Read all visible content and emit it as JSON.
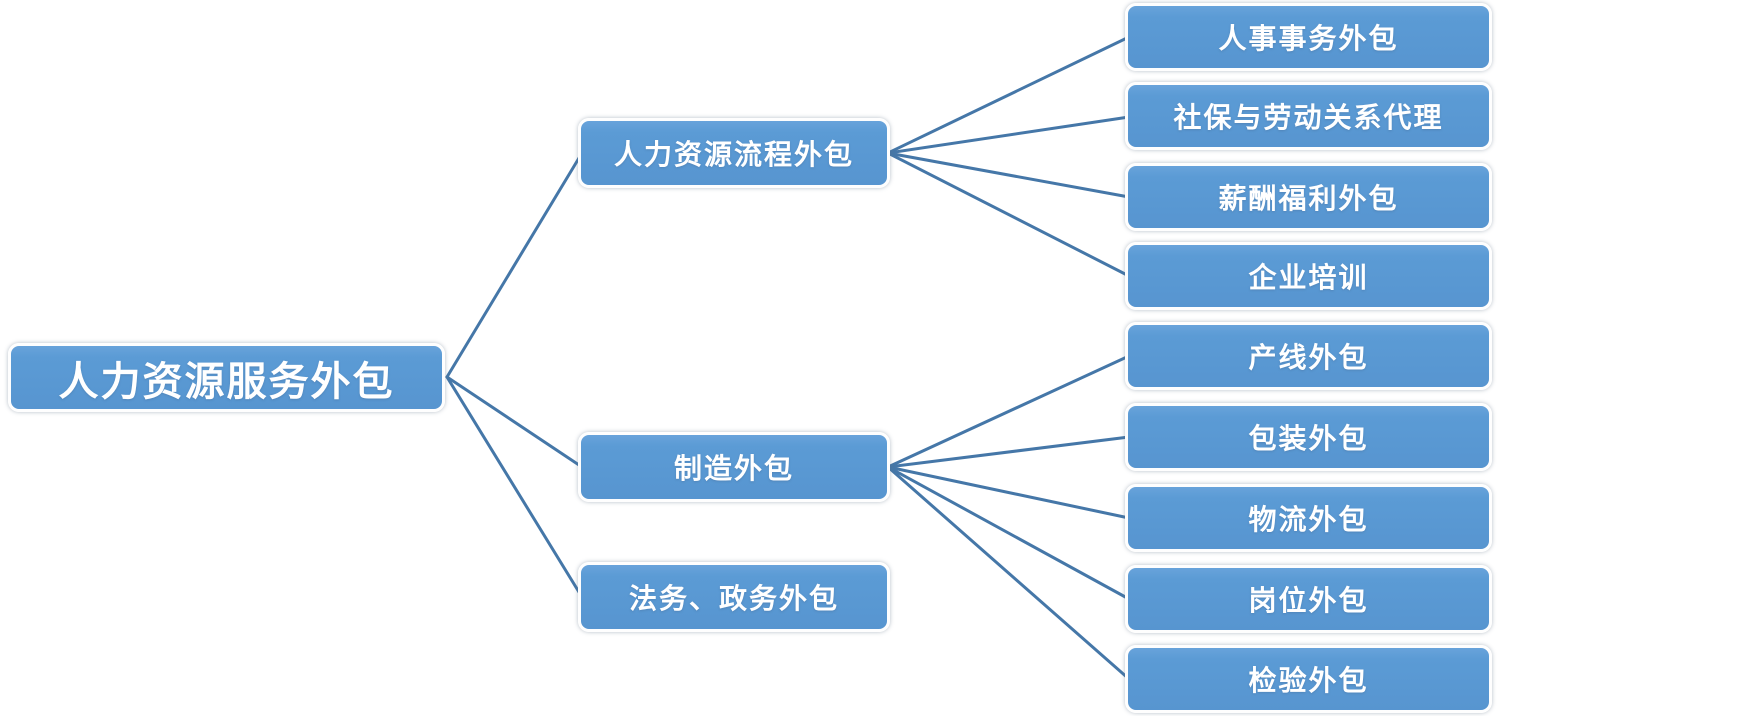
{
  "diagram": {
    "type": "tree",
    "direction": "left-to-right",
    "colors": {
      "node_fill": "#5B9BD5",
      "node_border": "#FFFFFF",
      "node_text": "#FFFFFF",
      "connector": "#4577A8",
      "background": "#FFFFFF"
    },
    "root": {
      "label": "人力资源服务外包"
    },
    "level2": [
      {
        "label": "人力资源流程外包",
        "children": [
          "人事事务外包",
          "社保与劳动关系代理",
          "薪酬福利外包",
          "企业培训"
        ]
      },
      {
        "label": "制造外包",
        "children": [
          "产线外包",
          "包装外包",
          "物流外包",
          "岗位外包",
          "检验外包"
        ]
      },
      {
        "label": "法务、政务外包",
        "children": []
      }
    ]
  }
}
